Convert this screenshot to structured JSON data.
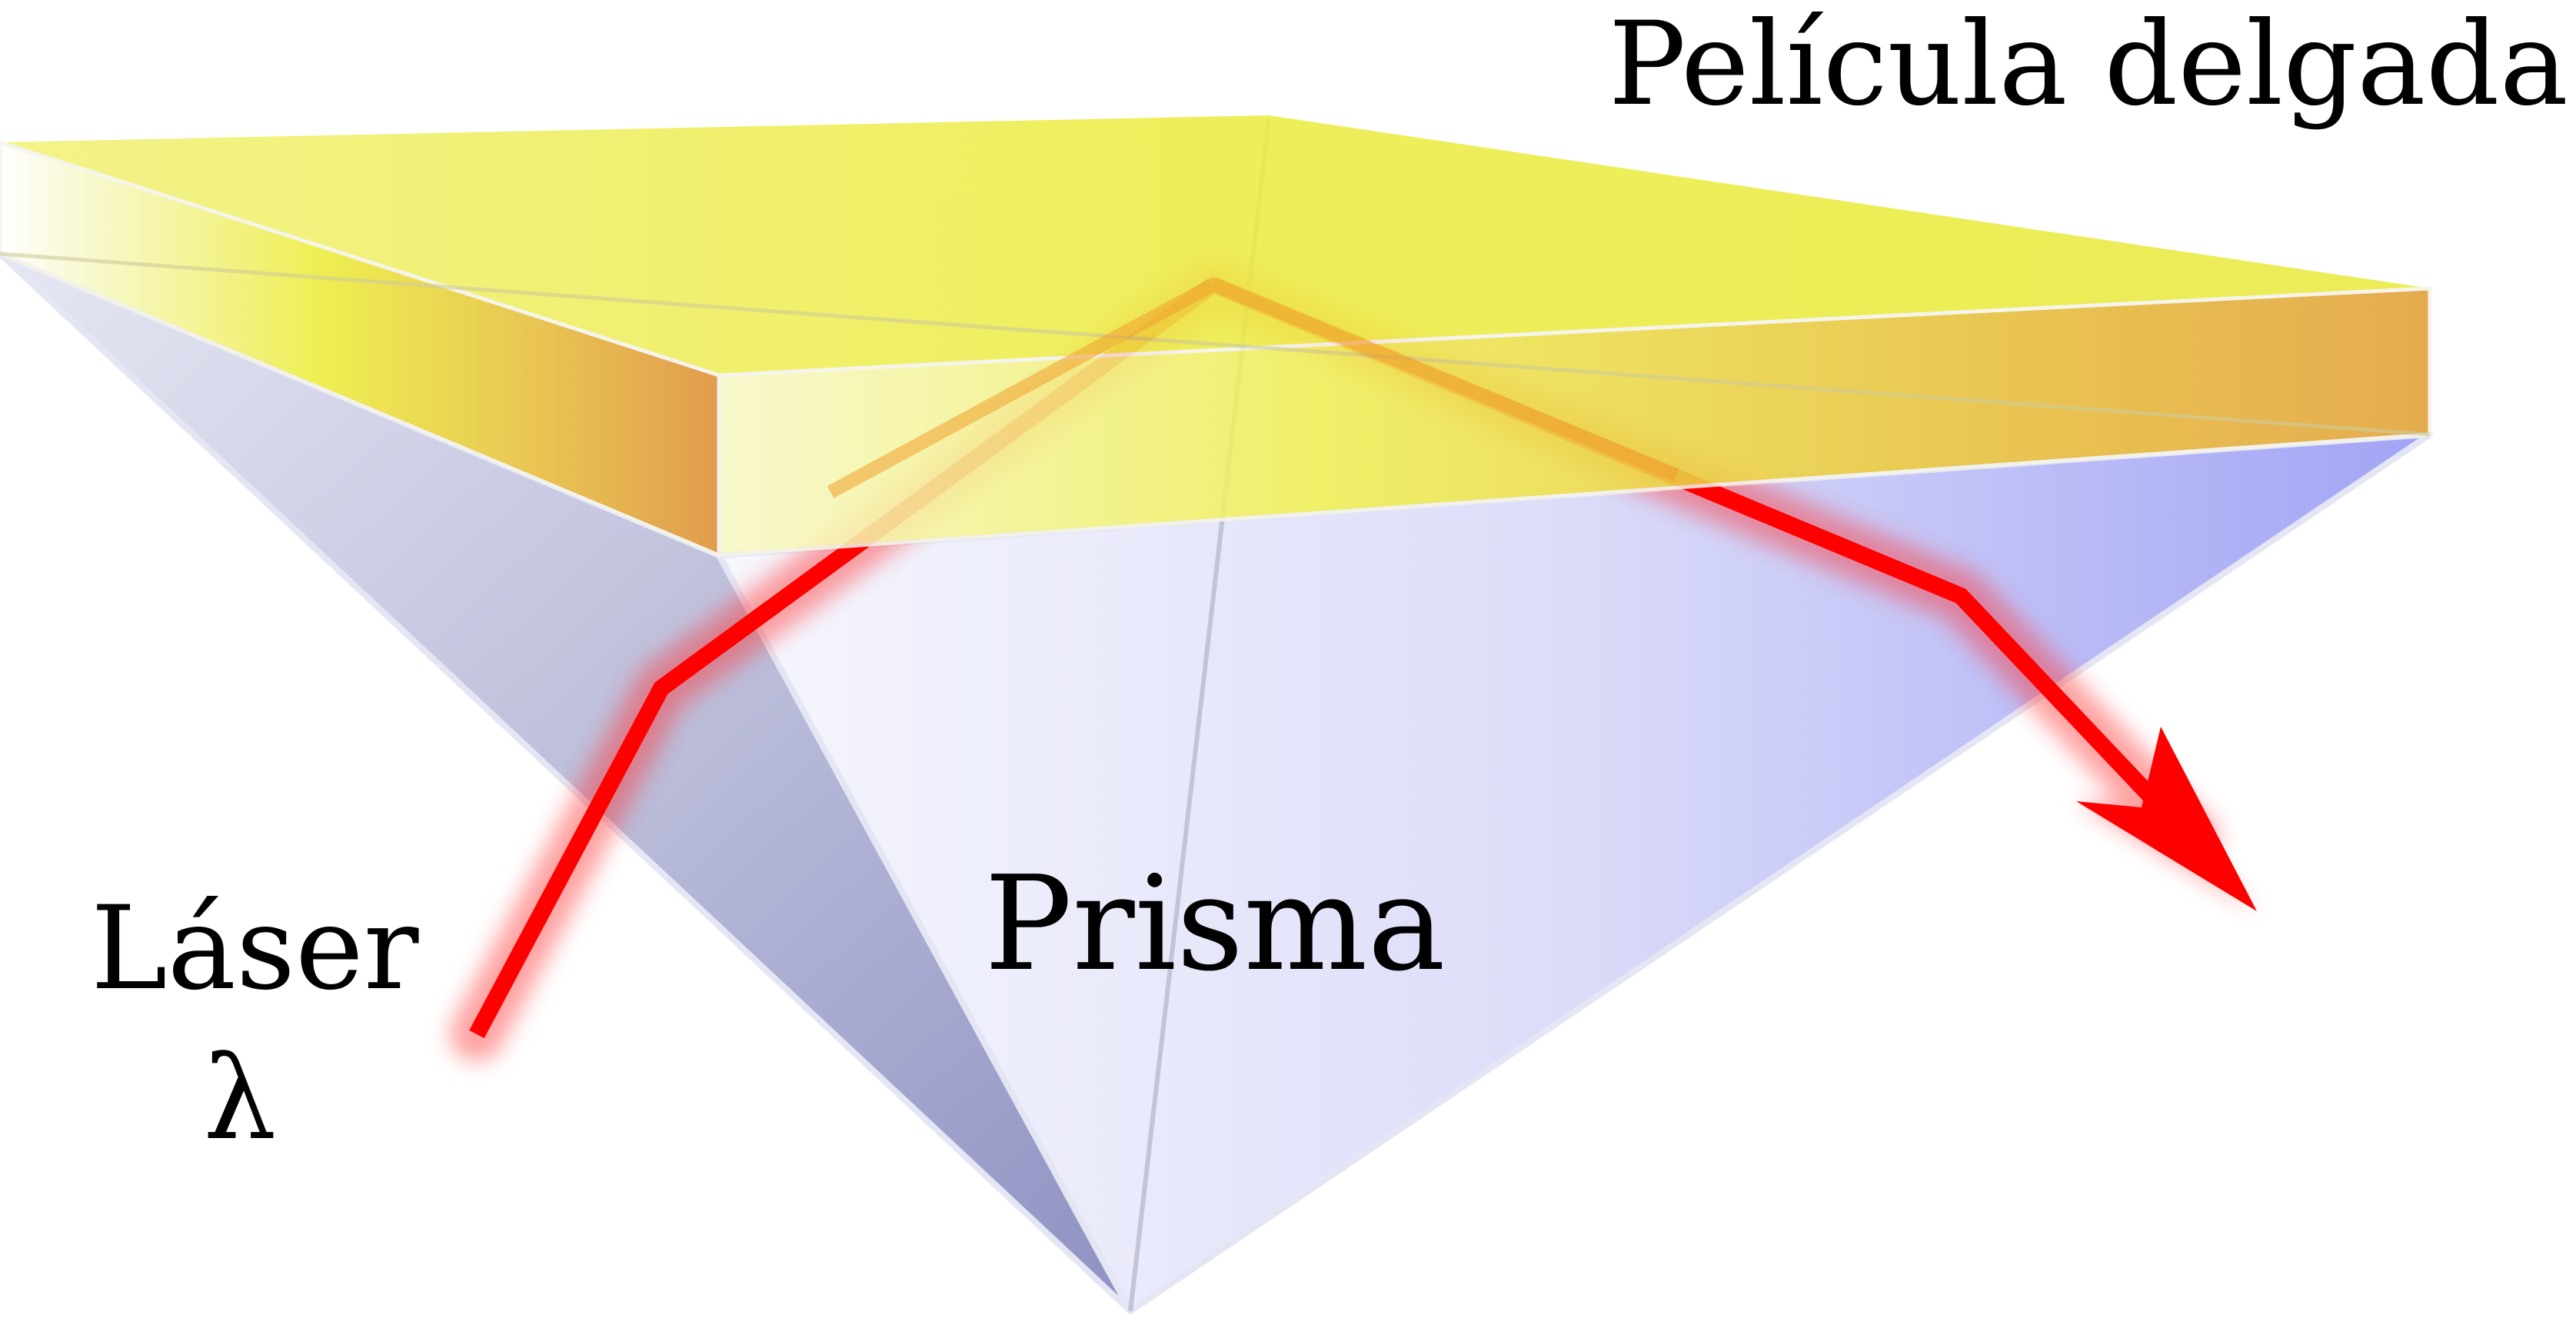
{
  "labels": {
    "film": "Película delgada",
    "laser": "Láser",
    "wavelength": "λ",
    "prism": "Prisma"
  },
  "colors": {
    "film_yellow": "#f0f04a",
    "film_edge": "#e0a038",
    "prism_light": "#f2f2fb",
    "prism_blue": "#9a9cf5",
    "prism_shadow": "#8f92c4",
    "laser": "#ff0000",
    "text": "#000000"
  }
}
